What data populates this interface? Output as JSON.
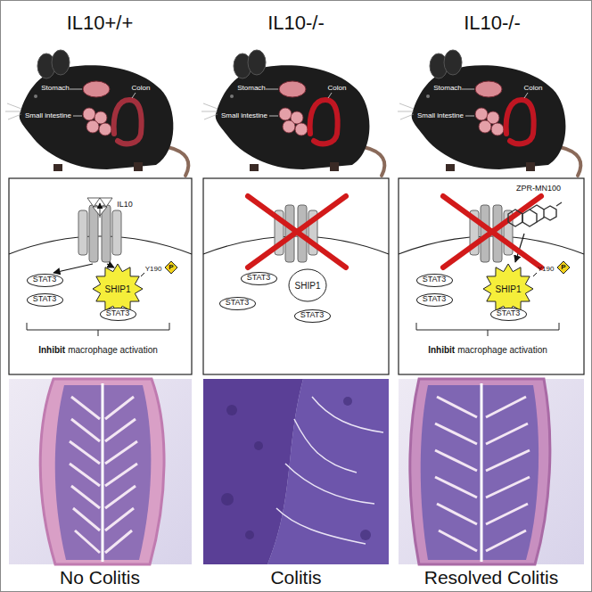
{
  "diagram": {
    "nodes": [
      {
        "text": [
          "STAT3"
        ]
      },
      {
        "text": [
          "STAT3"
        ]
      },
      {
        "text": [
          "SHIP1"
        ]
      },
      {
        "text": [
          "STAT3"
        ]
      },
      {
        "text": [
          "P"
        ]
      },
      {
        "text": [
          "STAT3"
        ]
      },
      {
        "text": [
          "STAT3"
        ]
      },
      {
        "text": [
          "SHIP1"
        ]
      },
      {
        "text": [
          "STAT3"
        ]
      },
      {
        "text": [
          "STAT3"
        ]
      },
      {
        "text": [
          "STAT3"
        ]
      },
      {
        "text": [
          "SHIP1"
        ]
      },
      {
        "text": [
          "STAT3"
        ]
      },
      {
        "text": [
          "P"
        ]
      }
    ],
    "labels": [
      "IL10+/+",
      "IL10-/-",
      "IL10-/-",
      "Stomach",
      "Small intestine",
      "Colon",
      "Stomach",
      "Small intestine",
      "Colon",
      "Stomach",
      "Small intestine",
      "Colon",
      "IL10",
      "Y190",
      "Inhibit",
      "macrophage activation",
      "ZPR-MN100",
      "Y190",
      "Inhibit",
      "macrophage activation",
      "No Colitis",
      "Colitis",
      "Resolved Colitis"
    ]
  }
}
